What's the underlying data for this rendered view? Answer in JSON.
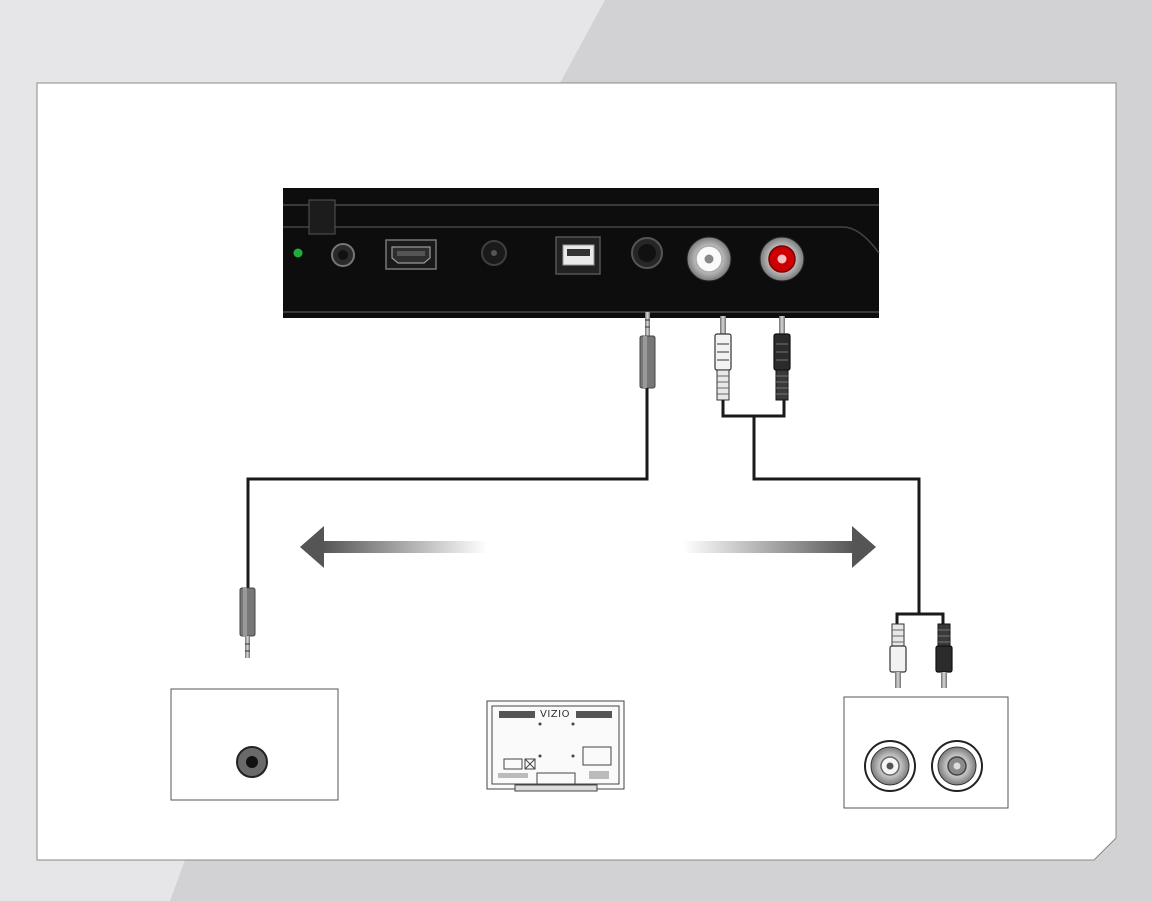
{
  "diagram": {
    "tv_logo_text": "VIZIO",
    "colors": {
      "device_body": "#0d0d0d",
      "cable": "#1a1a1a",
      "rca_left_plug": "#f2f2f2",
      "rca_right_plug": "#2b2b2b",
      "rca_jack_red": "#cc0000",
      "indicator_led": "#1fae3a",
      "panel_bg": "#ffffff",
      "page_bg_light": "#e6e6e8",
      "page_bg_dark": "#d2d2d4",
      "arrow": "#555555"
    },
    "icons": [
      "device-rear-panel",
      "optical-port",
      "audio-out-jack",
      "hdmi-port",
      "dc-power-jack",
      "usb-port",
      "stereo-jack",
      "rca-white-jack",
      "rca-red-jack",
      "mini-plug",
      "rca-plug-pair",
      "left-arrow",
      "right-arrow",
      "headphone-jack-box",
      "tv-rear-view",
      "rca-jack-box"
    ]
  }
}
